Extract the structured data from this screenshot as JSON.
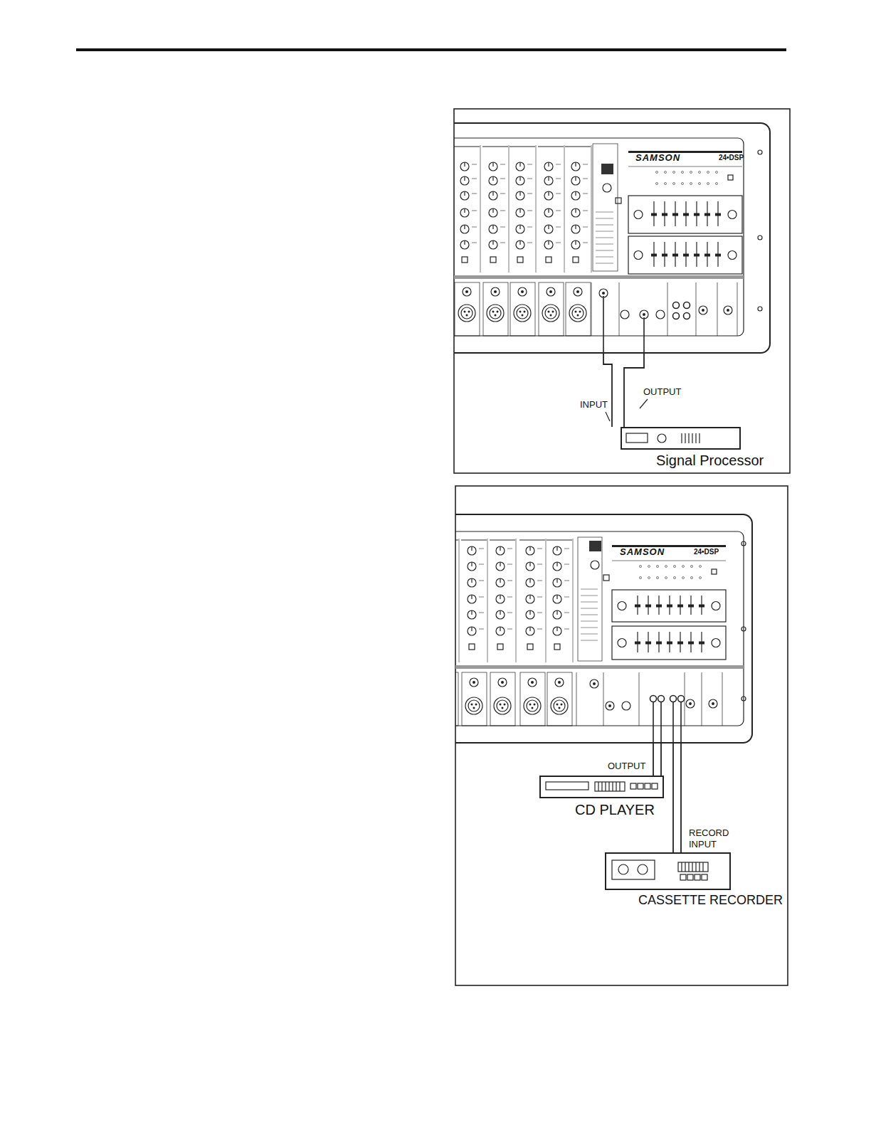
{
  "diagram": {
    "nodes": [
      {
        "text": [
          "SAMSON",
          "24•DSP"
        ]
      },
      {
        "text": [
          "Signal Processor"
        ]
      },
      {
        "text": [
          "SAMSON",
          "24•DSP"
        ]
      },
      {
        "text": [
          "CD PLAYER"
        ]
      },
      {
        "text": [
          "CASSETTE RECORDER"
        ]
      }
    ],
    "edges": [
      {
        "from": 0,
        "to": 1,
        "label": "INPUT",
        "arrow": "none"
      },
      {
        "from": 1,
        "to": 0,
        "label": "OUTPUT",
        "arrow": "none"
      },
      {
        "from": 3,
        "to": 2,
        "label": "OUTPUT",
        "arrow": "none"
      },
      {
        "from": 2,
        "to": 4,
        "label": "RECORD INPUT",
        "arrow": "none"
      }
    ]
  }
}
